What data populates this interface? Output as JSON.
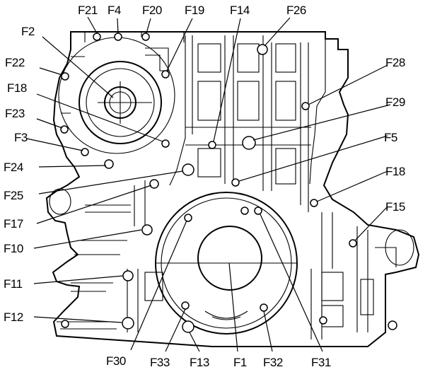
{
  "labels": {
    "F21": "F21",
    "F4": "F4",
    "F20": "F20",
    "F19": "F19",
    "F14": "F14",
    "F26": "F26",
    "F2": "F2",
    "F22": "F22",
    "F28": "F28",
    "F18a": "F18",
    "F29": "F29",
    "F23": "F23",
    "F3": "F3",
    "F5": "F5",
    "F24": "F24",
    "F18b": "F18",
    "F25": "F25",
    "F15": "F15",
    "F17": "F17",
    "F10": "F10",
    "F11": "F11",
    "F12": "F12",
    "F30": "F30",
    "F33": "F33",
    "F13": "F13",
    "F1": "F1",
    "F32": "F32",
    "F31": "F31"
  }
}
